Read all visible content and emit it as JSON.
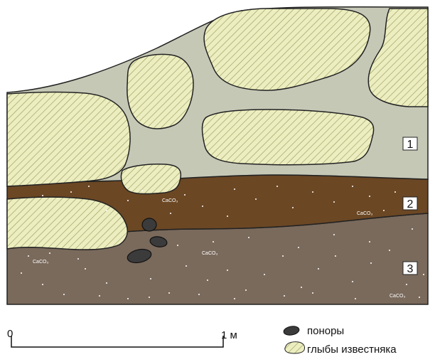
{
  "layers": [
    {
      "label": "1",
      "color": "#c6c8b6"
    },
    {
      "label": "2",
      "color": "#6b4724"
    },
    {
      "label": "3",
      "color": "#7a6a5c"
    }
  ],
  "block_color": "#eceec0",
  "hatch_color": "#9a9a60",
  "caco3_label": "CaCO₃",
  "scale": {
    "start": "0",
    "end": "1 м"
  },
  "legend": {
    "sinkholes": "поноры",
    "limestone_blocks": "глыбы известняка"
  }
}
